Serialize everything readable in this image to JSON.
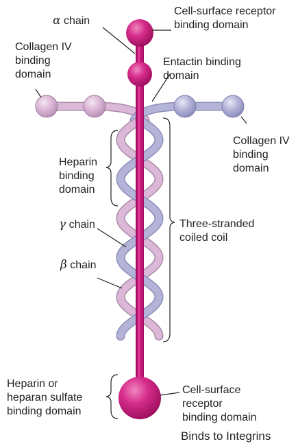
{
  "colors": {
    "alpha_chain": "#c8167a",
    "alpha_highlight": "#f088c0",
    "beta_chain": "#dcb8d8",
    "gamma_chain": "#b4b4d8",
    "leader_line": "#231f20"
  },
  "labels": {
    "alpha_chain": {
      "greek": "α",
      "text": "chain"
    },
    "beta_chain": {
      "greek": "β",
      "text": "chain"
    },
    "gamma_chain": {
      "greek": "γ",
      "text": "chain"
    },
    "cell_surface_top": [
      "Cell-surface receptor",
      "binding domain"
    ],
    "collagen_left": [
      "Collagen IV",
      "binding",
      "domain"
    ],
    "entactin": [
      "Entactin binding",
      "domain"
    ],
    "collagen_right": [
      "Collagen IV",
      "binding",
      "domain"
    ],
    "heparin": [
      "Heparin",
      "binding",
      "domain"
    ],
    "coiled_coil": [
      "Three-stranded",
      "coiled coil"
    ],
    "heparin_sulfate": [
      "Heparin or",
      "heparan sulfate",
      "binding domain"
    ],
    "cell_surface_bottom": [
      "Cell-surface",
      "receptor",
      "binding domain"
    ],
    "integrins": "Binds to Integrins"
  }
}
